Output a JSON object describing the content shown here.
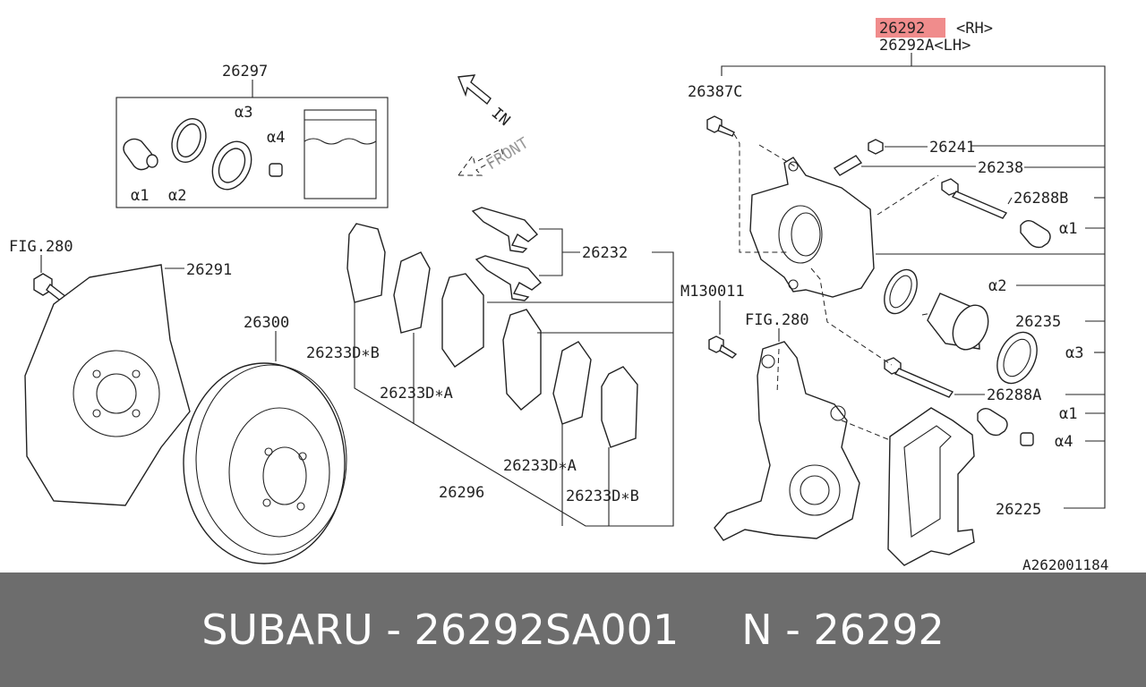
{
  "diagram": {
    "highlight_color": "#f08c8c",
    "title_rh_part": "26292",
    "title_rh_suffix": "<RH>",
    "title_lh": "26292A<LH>",
    "figure_id": "A262001184",
    "direction_in": "IN",
    "direction_front": "FRONT",
    "labels": {
      "kit": "26297",
      "kit_a1": "α1",
      "kit_a2": "α2",
      "kit_a3": "α3",
      "kit_a4": "α4",
      "fig280_left": "FIG.280",
      "backing_plate": "26291",
      "rotor": "26300",
      "pad_outer_b": "26233D∗B",
      "pad_inner_a": "26233D∗A",
      "pad_set": "26296",
      "pad_inner_a2": "26233D∗A",
      "pad_outer_b2": "26233D∗B",
      "clips": "26232",
      "m130011": "M130011",
      "fig280_knuckle": "FIG.280",
      "bleeder_bolt": "26387C",
      "bleeder_cap": "26241",
      "bleeder_screw": "26238",
      "guide_pin_b": "26288B",
      "right_a1_top": "α1",
      "right_a2": "α2",
      "piston": "26235",
      "right_a3": "α3",
      "guide_pin_a": "26288A",
      "right_a1_bottom": "α1",
      "right_a4": "α4",
      "support": "26225"
    }
  },
  "footer": {
    "brand_part": "SUBARU - 26292SA001",
    "ref": "N - 26292"
  }
}
